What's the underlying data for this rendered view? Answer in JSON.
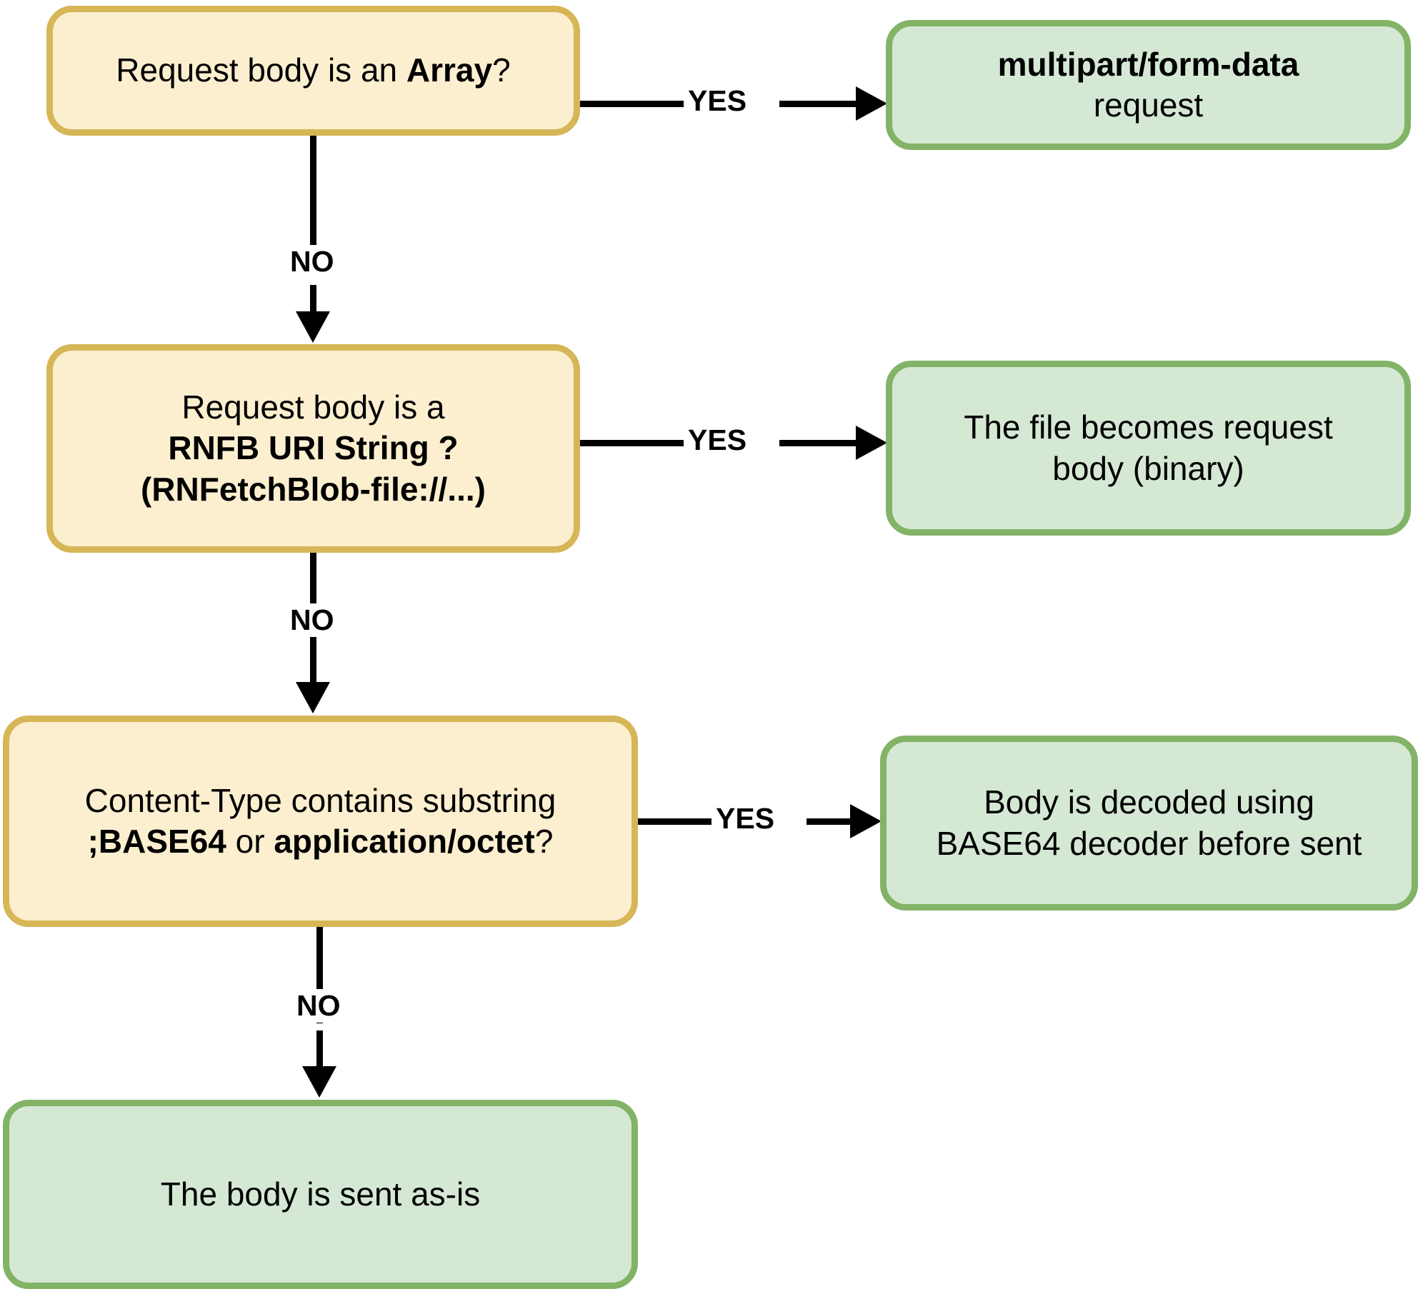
{
  "diagram": {
    "title": "RNFetchBlob request body handling flowchart",
    "colors": {
      "decision_fill": "#FCEFCF",
      "decision_border": "#D6B656",
      "outcome_fill": "#D5E8D4",
      "outcome_border": "#82B366",
      "connector": "#000000"
    },
    "nodes": {
      "decision_array": {
        "line1_plain_a": "Request body is an ",
        "line1_bold": "Array",
        "line1_plain_b": "?"
      },
      "outcome_multipart": {
        "line1_bold": "multipart/form-data",
        "line2": "request"
      },
      "decision_rnfb_uri": {
        "line1": "Request body is a",
        "line2_bold": "RNFB URI String ?",
        "line3_bold": "(RNFetchBlob-file://...)"
      },
      "outcome_file_binary": {
        "line1": "The file becomes request",
        "line2": "body (binary)"
      },
      "decision_content_type": {
        "line1": "Content-Type contains substring",
        "line2_bold_a": ";BASE64",
        "line2_plain_a": " or ",
        "line2_bold_b": "application/octet",
        "line2_plain_b": "?"
      },
      "outcome_base64": {
        "line1": "Body is decoded using",
        "line2": "BASE64 decoder before sent"
      },
      "outcome_as_is": {
        "line1": "The body is sent as-is"
      }
    },
    "edges": {
      "yes_1": "YES",
      "no_1": "NO",
      "yes_2": "YES",
      "no_2": "NO",
      "yes_3": "YES",
      "no_3": "NO"
    }
  }
}
